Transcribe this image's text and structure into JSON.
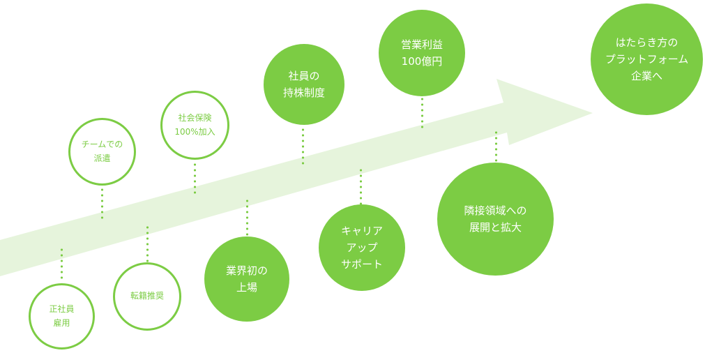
{
  "colors": {
    "primary": "#7ccc44",
    "arrow": "#e6f4dc",
    "white": "#ffffff"
  },
  "milestones": [
    {
      "id": "seishain-koyou",
      "label": "正社員\n雇用",
      "style": "outline"
    },
    {
      "id": "team-haken",
      "label": "チームでの\n派遣",
      "style": "outline"
    },
    {
      "id": "tenseki-suishou",
      "label": "転籍推奨",
      "style": "outline"
    },
    {
      "id": "shakai-hoken",
      "label": "社会保険\n100%加入",
      "style": "outline"
    },
    {
      "id": "gyoukai-hatsu-joujou",
      "label": "業界初の\n上場",
      "style": "filled"
    },
    {
      "id": "shain-mochikabu",
      "label": "社員の\n持株制度",
      "style": "filled"
    },
    {
      "id": "career-up-support",
      "label": "キャリア\nアップ\nサポート",
      "style": "filled"
    },
    {
      "id": "eigyou-rieki",
      "label": "営業利益\n100億円",
      "style": "filled"
    },
    {
      "id": "rinsetsu-ryouiki",
      "label": "隣接領域への\n展開と拡大",
      "style": "filled"
    },
    {
      "id": "platform-kigyou",
      "label": "はたらき方の\nプラットフォーム\n企業へ",
      "style": "filled"
    }
  ]
}
